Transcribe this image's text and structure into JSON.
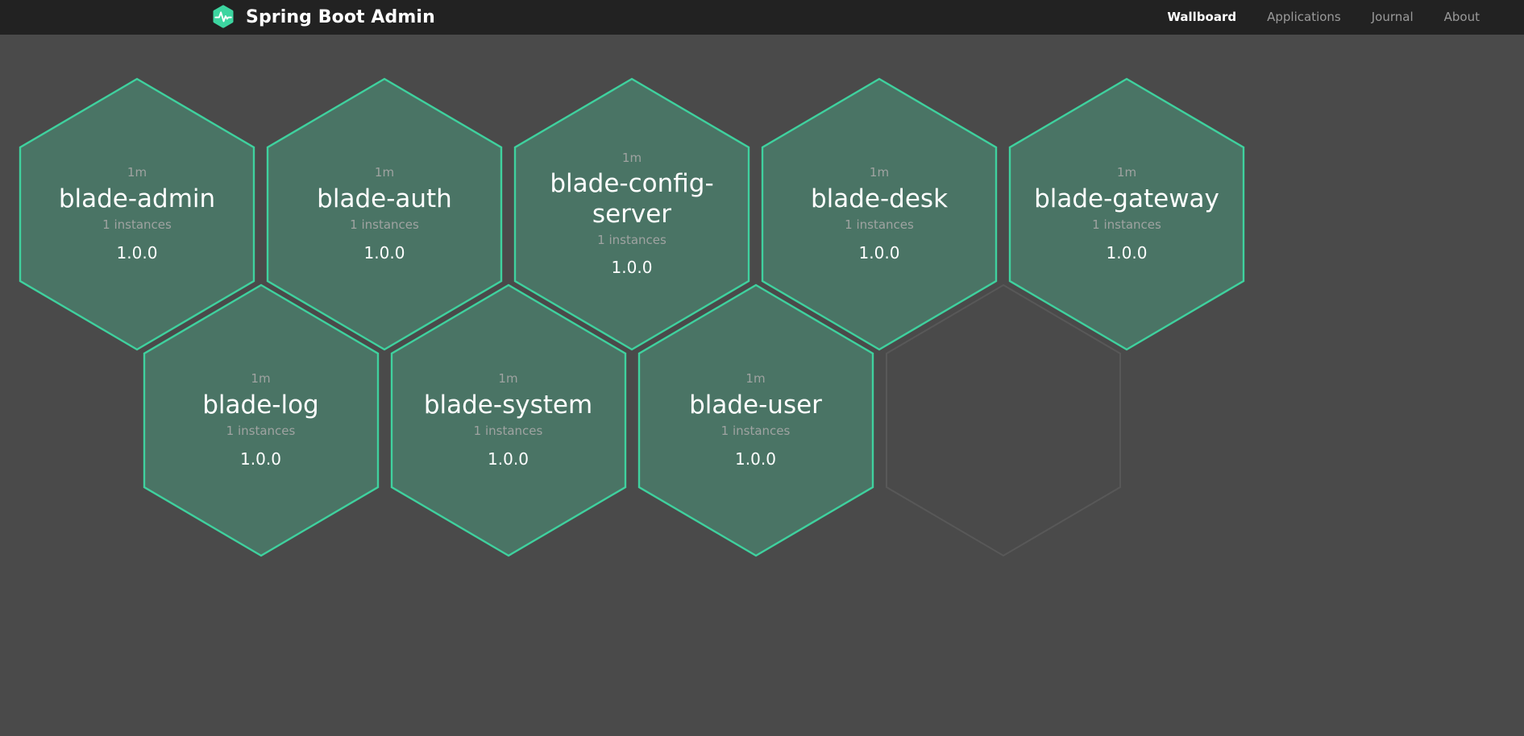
{
  "header": {
    "brand": {
      "title": "Spring Boot Admin",
      "logo_icon": "hexagon-heartbeat-icon",
      "logo_color": "#3cd5a0"
    },
    "nav": [
      {
        "label": "Wallboard",
        "active": true
      },
      {
        "label": "Applications",
        "active": false
      },
      {
        "label": "Journal",
        "active": false
      },
      {
        "label": "About",
        "active": false
      }
    ]
  },
  "theme": {
    "header_bg": "#222222",
    "page_bg": "#4a4a4a",
    "hex_fill_up": "#4a7465",
    "hex_stroke_up": "#3fd19e",
    "hex_stroke_empty": "#585858",
    "text_primary": "#ffffff",
    "text_muted": "#9fa3a1"
  },
  "wallboard": {
    "applications": [
      {
        "name": "blade-admin",
        "uptime": "1m",
        "instances": "1 instances",
        "version": "1.0.0",
        "status": "UP",
        "row": 0,
        "col": 0
      },
      {
        "name": "blade-auth",
        "uptime": "1m",
        "instances": "1 instances",
        "version": "1.0.0",
        "status": "UP",
        "row": 0,
        "col": 1
      },
      {
        "name": "blade-config-server",
        "uptime": "1m",
        "instances": "1 instances",
        "version": "1.0.0",
        "status": "UP",
        "row": 0,
        "col": 2
      },
      {
        "name": "blade-desk",
        "uptime": "1m",
        "instances": "1 instances",
        "version": "1.0.0",
        "status": "UP",
        "row": 0,
        "col": 3
      },
      {
        "name": "blade-gateway",
        "uptime": "1m",
        "instances": "1 instances",
        "version": "1.0.0",
        "status": "UP",
        "row": 0,
        "col": 4
      },
      {
        "name": "blade-log",
        "uptime": "1m",
        "instances": "1 instances",
        "version": "1.0.0",
        "status": "UP",
        "row": 1,
        "col": 0
      },
      {
        "name": "blade-system",
        "uptime": "1m",
        "instances": "1 instances",
        "version": "1.0.0",
        "status": "UP",
        "row": 1,
        "col": 1
      },
      {
        "name": "blade-user",
        "uptime": "1m",
        "instances": "1 instances",
        "version": "1.0.0",
        "status": "UP",
        "row": 1,
        "col": 2
      }
    ],
    "placeholder_count": 1
  }
}
